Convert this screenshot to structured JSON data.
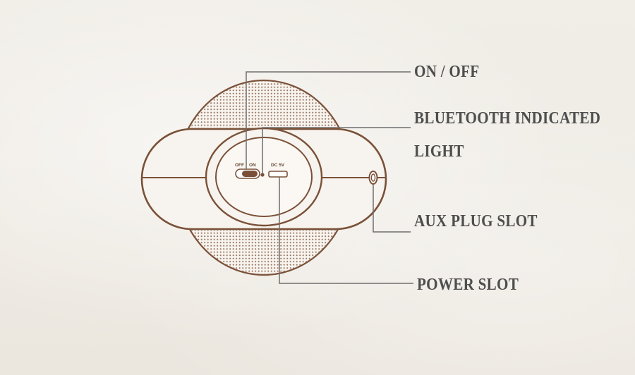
{
  "labels": {
    "on_off": "ON / OFF",
    "bluetooth_line1": "BLUETOOTH INDICATED",
    "bluetooth_line2": "LIGHT",
    "aux": "AUX PLUG SLOT",
    "power": "POWER SLOT"
  },
  "device_text": {
    "switch_off": "OFF",
    "switch_on": "ON",
    "dc": "DC 5V"
  },
  "colors": {
    "outline": "#7a5138",
    "leader": "#6e6e6e",
    "label": "#4e4e4e",
    "background": "#efebe4"
  }
}
